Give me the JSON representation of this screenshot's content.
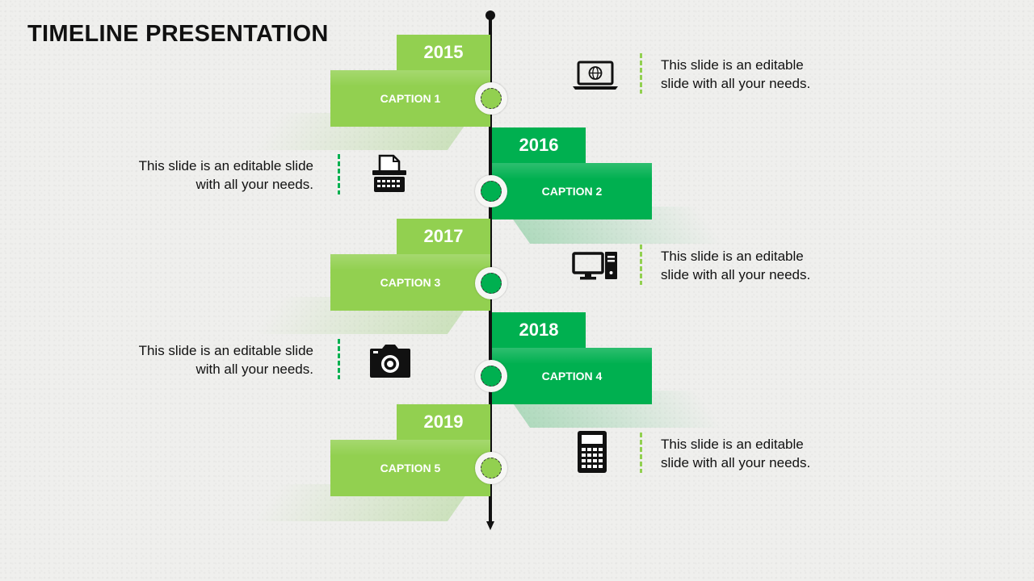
{
  "title": "TIMELINE PRESENTATION",
  "colors": {
    "light_green": "#92d050",
    "dark_green": "#00b050",
    "axis": "#111111"
  },
  "milestones": [
    {
      "year": "2015",
      "caption": "CAPTION 1",
      "description": "This slide is an editable slide with all your needs.",
      "icon": "laptop-icon"
    },
    {
      "year": "2016",
      "caption": "CAPTION 2",
      "description": "This slide is an editable slide with all your needs.",
      "icon": "typewriter-icon"
    },
    {
      "year": "2017",
      "caption": "CAPTION 3",
      "description": "This slide is an editable slide with all your needs.",
      "icon": "desktop-computer-icon"
    },
    {
      "year": "2018",
      "caption": "CAPTION 4",
      "description": "This slide is an editable slide with all your needs.",
      "icon": "camera-icon"
    },
    {
      "year": "2019",
      "caption": "CAPTION 5",
      "description": "This slide is an editable slide with all your needs.",
      "icon": "calculator-icon"
    }
  ]
}
